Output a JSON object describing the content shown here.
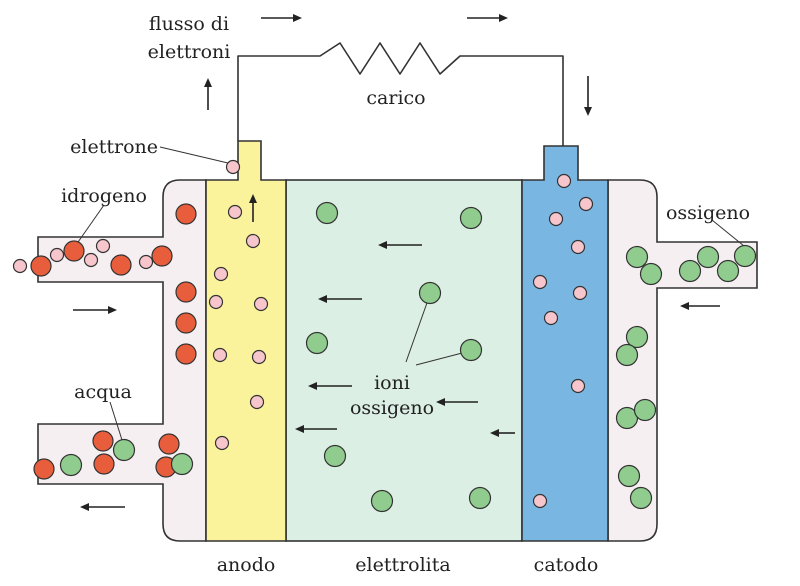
{
  "labels": {
    "flusso_line1": "flusso di",
    "flusso_line2": "elettroni",
    "carico": "carico",
    "elettrone": "elettrone",
    "idrogeno": "idrogeno",
    "ossigeno": "ossigeno",
    "acqua": "acqua",
    "ioni_line1": "ioni",
    "ioni_line2": "ossigeno",
    "anodo": "anodo",
    "elettrolita": "elettrolita",
    "catodo": "catodo"
  },
  "colors": {
    "anode": "#fbf29c",
    "electrolyte": "#dcefe4",
    "cathode": "#79b6e2",
    "chamber": "#f5eff1",
    "hydrogen": "#e85e3c",
    "electron": "#f7c6cc",
    "oxygen": "#8fcc8e"
  },
  "icons": [
    "resistor-icon",
    "arrow-icon"
  ]
}
